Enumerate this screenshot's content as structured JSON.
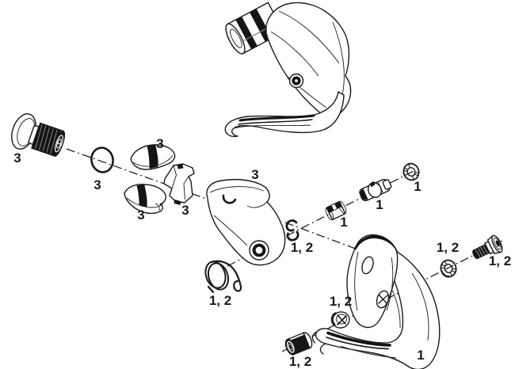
{
  "diagram": {
    "colors": {
      "background": "#ffffff",
      "line": "#1a1a1a",
      "dark_fill": "#141414"
    },
    "callouts": {
      "mounting_bolt": "3",
      "o_ring": "3",
      "clamp_shell_top": "3",
      "clamp_insert": "3",
      "clamp_shell_bottom": "3",
      "lever_body": "3",
      "return_spring": "1, 2",
      "retaining_clips": "1, 2",
      "cable_bushing": "1",
      "cable_anchor": "1",
      "anchor_washer": "1",
      "flange_nut": "1, 2",
      "serrated_washer": "1, 2",
      "pivot_bolt": "1, 2",
      "barrel_nut": "1, 2",
      "lever_blade": "1"
    }
  }
}
